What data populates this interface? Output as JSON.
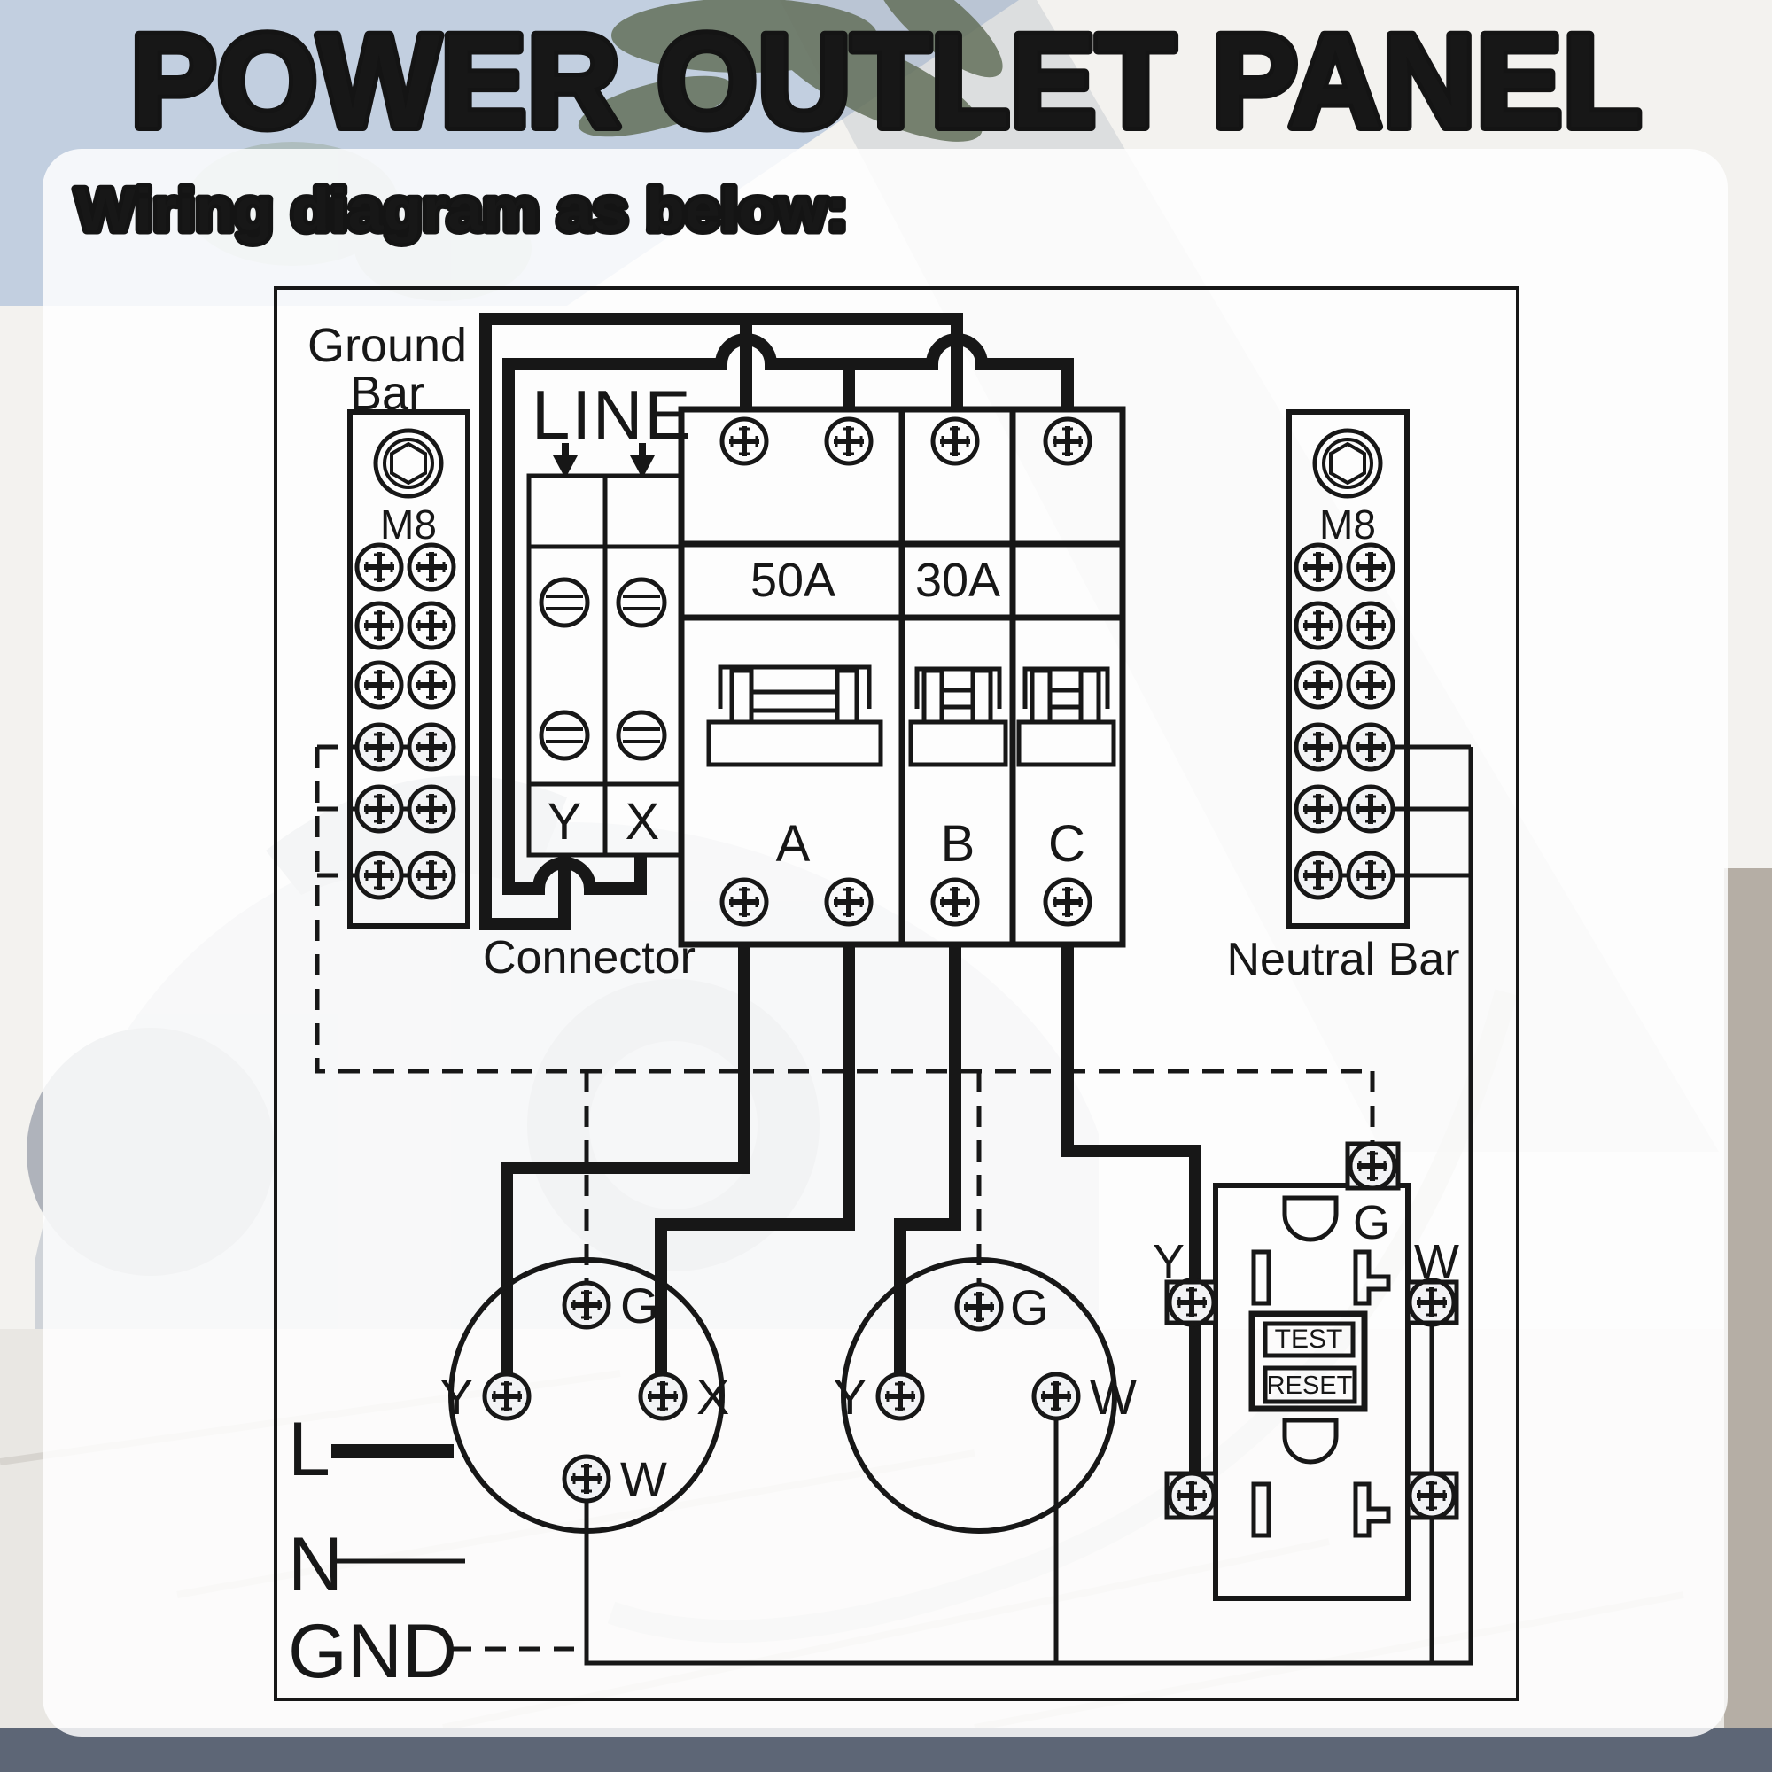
{
  "title": "POWER OUTLET PANEL",
  "subtitle": "Wiring diagram as below:",
  "colors": {
    "accent_orange": "#EF8B33",
    "ink": "#171717",
    "sky": "#C2CFE0",
    "panel": "rgba(255,255,255,0.84)"
  },
  "diagram": {
    "ground_bar": {
      "label1": "Ground",
      "label2": "Bar",
      "bolt": "M8"
    },
    "neutral_bar": {
      "label": "Neutral Bar",
      "bolt": "M8"
    },
    "line_in": {
      "label": "LINE"
    },
    "connector": {
      "label": "Connector",
      "terminal_y": "Y",
      "terminal_x": "X"
    },
    "breaker_a": {
      "rating": "50A",
      "label": "A"
    },
    "breaker_b": {
      "rating": "30A",
      "label": "B"
    },
    "breaker_c": {
      "label": "C"
    },
    "outlet_a": {
      "g": "G",
      "y": "Y",
      "x": "X",
      "w": "W"
    },
    "outlet_b": {
      "g": "G",
      "y": "Y",
      "w": "W"
    },
    "gfci": {
      "g": "G",
      "y": "Y",
      "w": "W",
      "test": "TEST",
      "reset": "RESET"
    },
    "legend": {
      "line": "L",
      "neutral": "N",
      "ground": "GND"
    }
  }
}
